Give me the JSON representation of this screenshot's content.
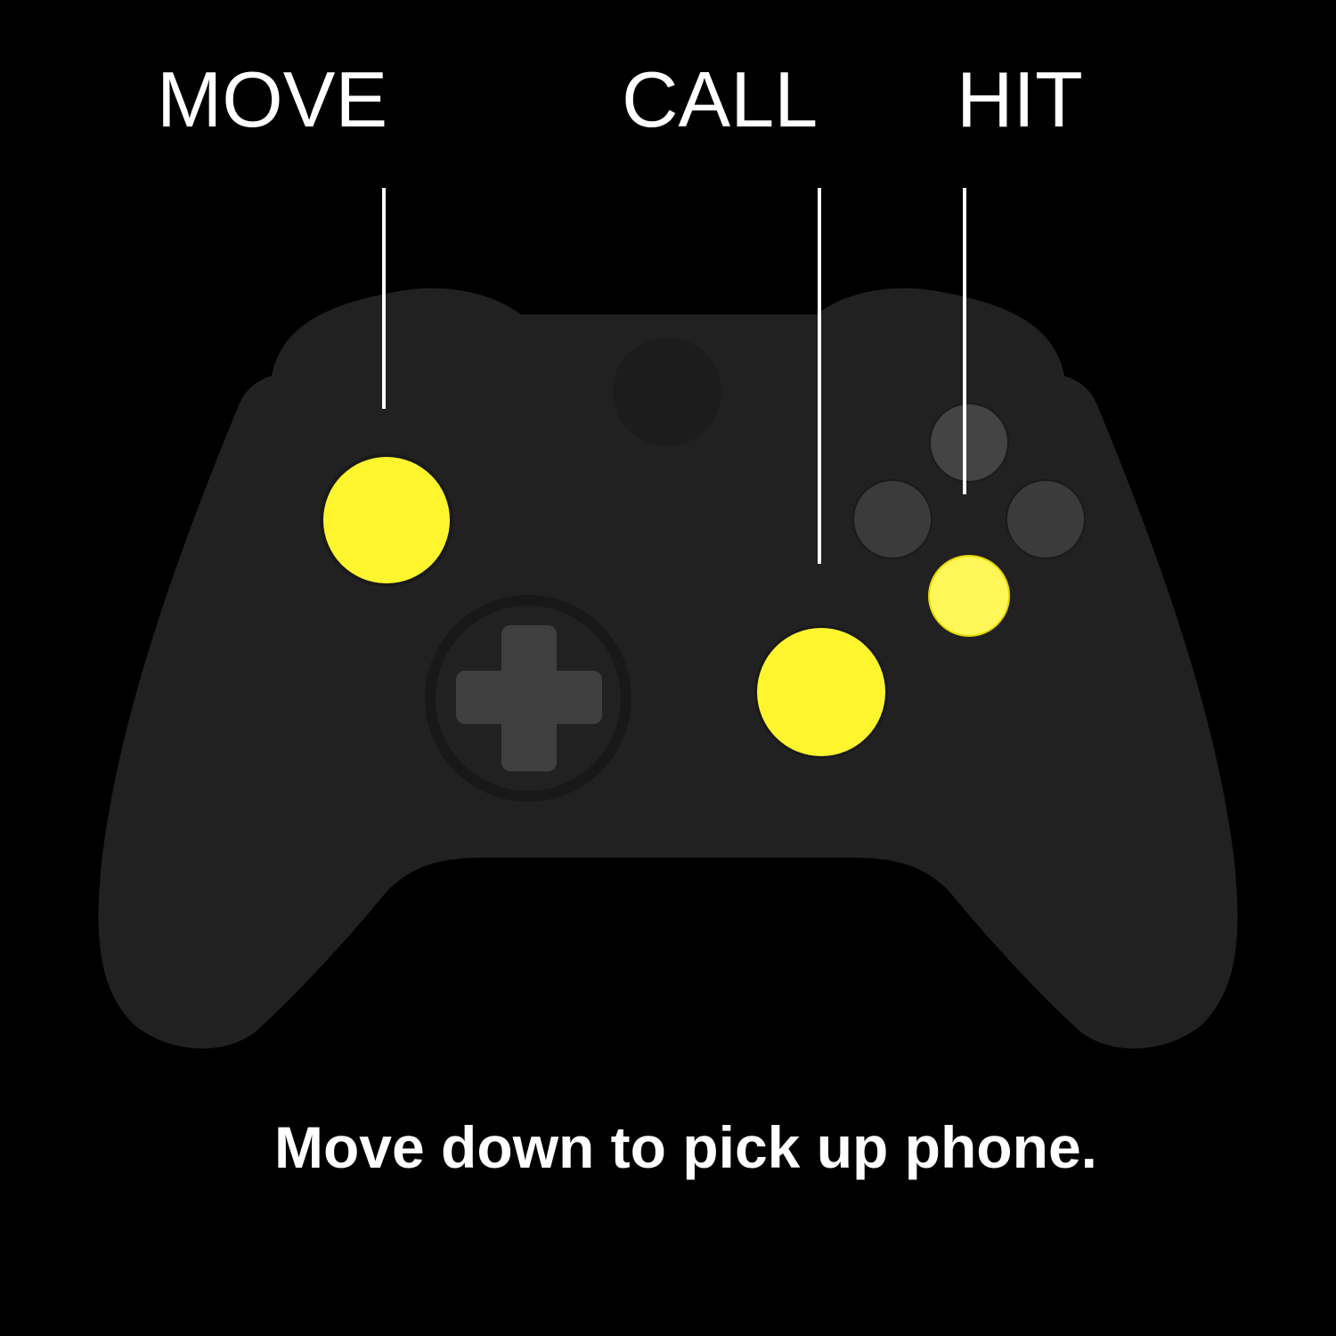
{
  "labels": {
    "move": "MOVE",
    "call": "CALL",
    "hit": "HIT"
  },
  "caption": "Move down to pick up phone.",
  "colors": {
    "background": "#000000",
    "controller_body": "#212121",
    "highlight": "#FFF52E",
    "highlight_face": "#FFF757",
    "face_button": "#3B3B3B",
    "dpad": "#3F3F3F",
    "text": "#FFFFFF"
  },
  "highlighted": [
    "left-stick",
    "right-stick",
    "face-button-bottom"
  ],
  "icons": {
    "controller": "gamepad-icon",
    "dpad": "dpad-icon",
    "home": "home-button-icon"
  }
}
